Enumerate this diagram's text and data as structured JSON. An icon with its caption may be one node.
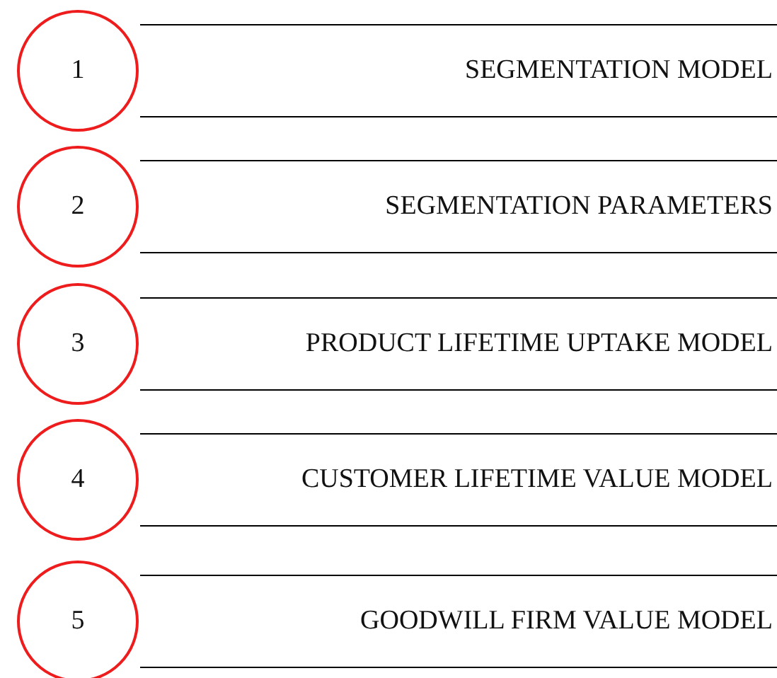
{
  "diagram": {
    "nodes": [
      {
        "text": [
          "1"
        ]
      },
      {
        "text": [
          "SEGMENTATION MODEL"
        ]
      },
      {
        "text": [
          "2"
        ]
      },
      {
        "text": [
          "SEGMENTATION PARAMETERS"
        ]
      },
      {
        "text": [
          "3"
        ]
      },
      {
        "text": [
          "PRODUCT LIFETIME UPTAKE MODEL"
        ]
      },
      {
        "text": [
          "4"
        ]
      },
      {
        "text": [
          "CUSTOMER LIFETIME VALUE MODEL"
        ]
      },
      {
        "text": [
          "5"
        ]
      },
      {
        "text": [
          "GOODWILL FIRM VALUE MODEL"
        ]
      }
    ]
  }
}
